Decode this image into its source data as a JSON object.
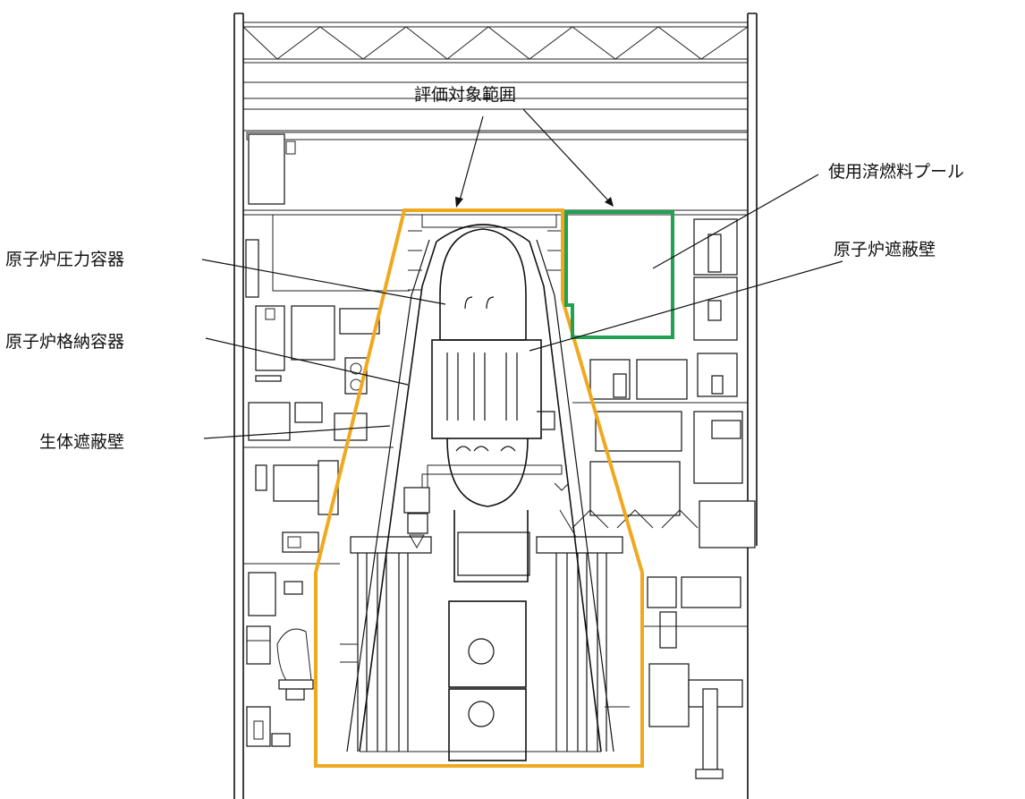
{
  "labels": {
    "evaluation_scope": "評価対象範囲",
    "spent_fuel_pool": "使用済燃料プール",
    "reactor_pressure_vessel": "原子炉圧力容器",
    "reactor_shield_wall": "原子炉遮蔽壁",
    "primary_containment_vessel": "原子炉格納容器",
    "biological_shield_wall": "生体遮蔽壁"
  },
  "colors": {
    "evaluation_outline": "#F0A91E",
    "pool_outline": "#22A152",
    "line": "#111111"
  }
}
